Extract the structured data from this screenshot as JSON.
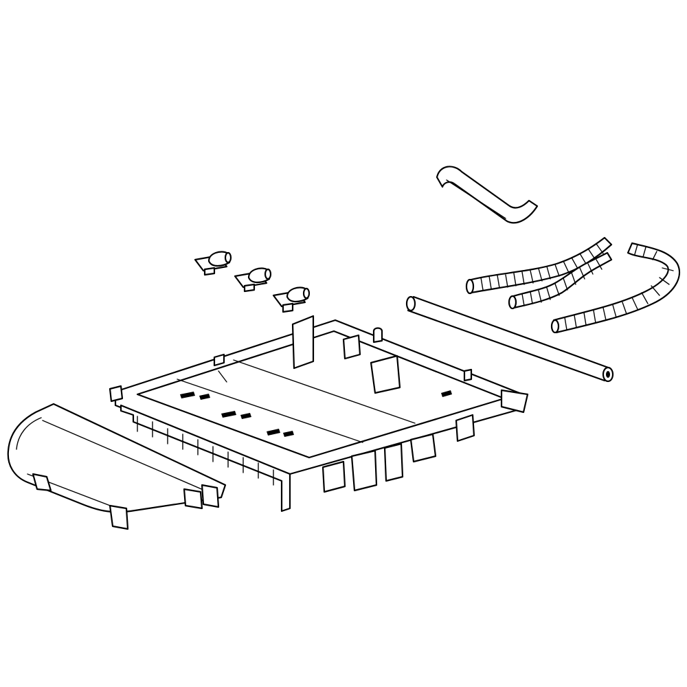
{
  "diagram": {
    "background": "#ffffff",
    "line_color": "#000000",
    "parts": [
      {
        "id": "hose-bent",
        "icon": "bent-hose-icon"
      },
      {
        "id": "corrugated-hose-1",
        "icon": "corrugated-hose-icon"
      },
      {
        "id": "corrugated-hose-2",
        "icon": "corrugated-hose-icon"
      },
      {
        "id": "corrugated-hose-3",
        "icon": "corrugated-hose-icon"
      },
      {
        "id": "straight-tube",
        "icon": "tube-icon"
      },
      {
        "id": "valve-1",
        "icon": "valve-icon"
      },
      {
        "id": "valve-2",
        "icon": "valve-icon"
      },
      {
        "id": "valve-3",
        "icon": "valve-icon"
      },
      {
        "id": "base-tray",
        "icon": "base-frame-icon"
      },
      {
        "id": "front-cover",
        "icon": "cover-panel-icon"
      }
    ]
  }
}
